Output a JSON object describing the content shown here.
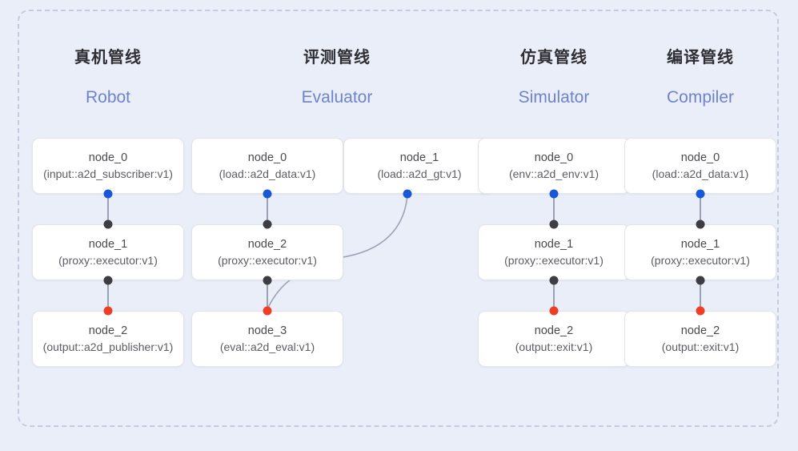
{
  "diagram": {
    "background_color": "#e9eef9",
    "frame": {
      "style": "dashed",
      "color": "#c3ccdf"
    },
    "port_colors": {
      "source": "#1858d8",
      "intermediate": "#3d3d42",
      "terminal": "#ef3e26"
    },
    "edge_color": "#9aa2b4",
    "title_color": "#2f2f33",
    "subtitle_color": "#6f83cb"
  },
  "columns": [
    {
      "title": "真机管线",
      "subtitle": "Robot",
      "nodes": [
        {
          "name": "node_0",
          "version": "(input::a2d_subscriber:v1)"
        },
        {
          "name": "node_1",
          "version": "(proxy::executor:v1)"
        },
        {
          "name": "node_2",
          "version": "(output::a2d_publisher:v1)"
        }
      ]
    },
    {
      "title": "评测管线",
      "subtitle": "Evaluator",
      "nodes": [
        {
          "name": "node_0",
          "version": "(load::a2d_data:v1)"
        },
        {
          "name": "node_2",
          "version": "(proxy::executor:v1)"
        },
        {
          "name": "node_3",
          "version": "(eval::a2d_eval:v1)"
        }
      ],
      "side_node": {
        "name": "node_1",
        "version": "(load::a2d_gt:v1)"
      }
    },
    {
      "title": "仿真管线",
      "subtitle": "Simulator",
      "nodes": [
        {
          "name": "node_0",
          "version": "(env::a2d_env:v1)"
        },
        {
          "name": "node_1",
          "version": "(proxy::executor:v1)"
        },
        {
          "name": "node_2",
          "version": "(output::exit:v1)"
        }
      ]
    },
    {
      "title": "编译管线",
      "subtitle": "Compiler",
      "nodes": [
        {
          "name": "node_0",
          "version": "(load::a2d_data:v1)"
        },
        {
          "name": "node_1",
          "version": "(proxy::executor:v1)"
        },
        {
          "name": "node_2",
          "version": "(output::exit:v1)"
        }
      ]
    }
  ]
}
